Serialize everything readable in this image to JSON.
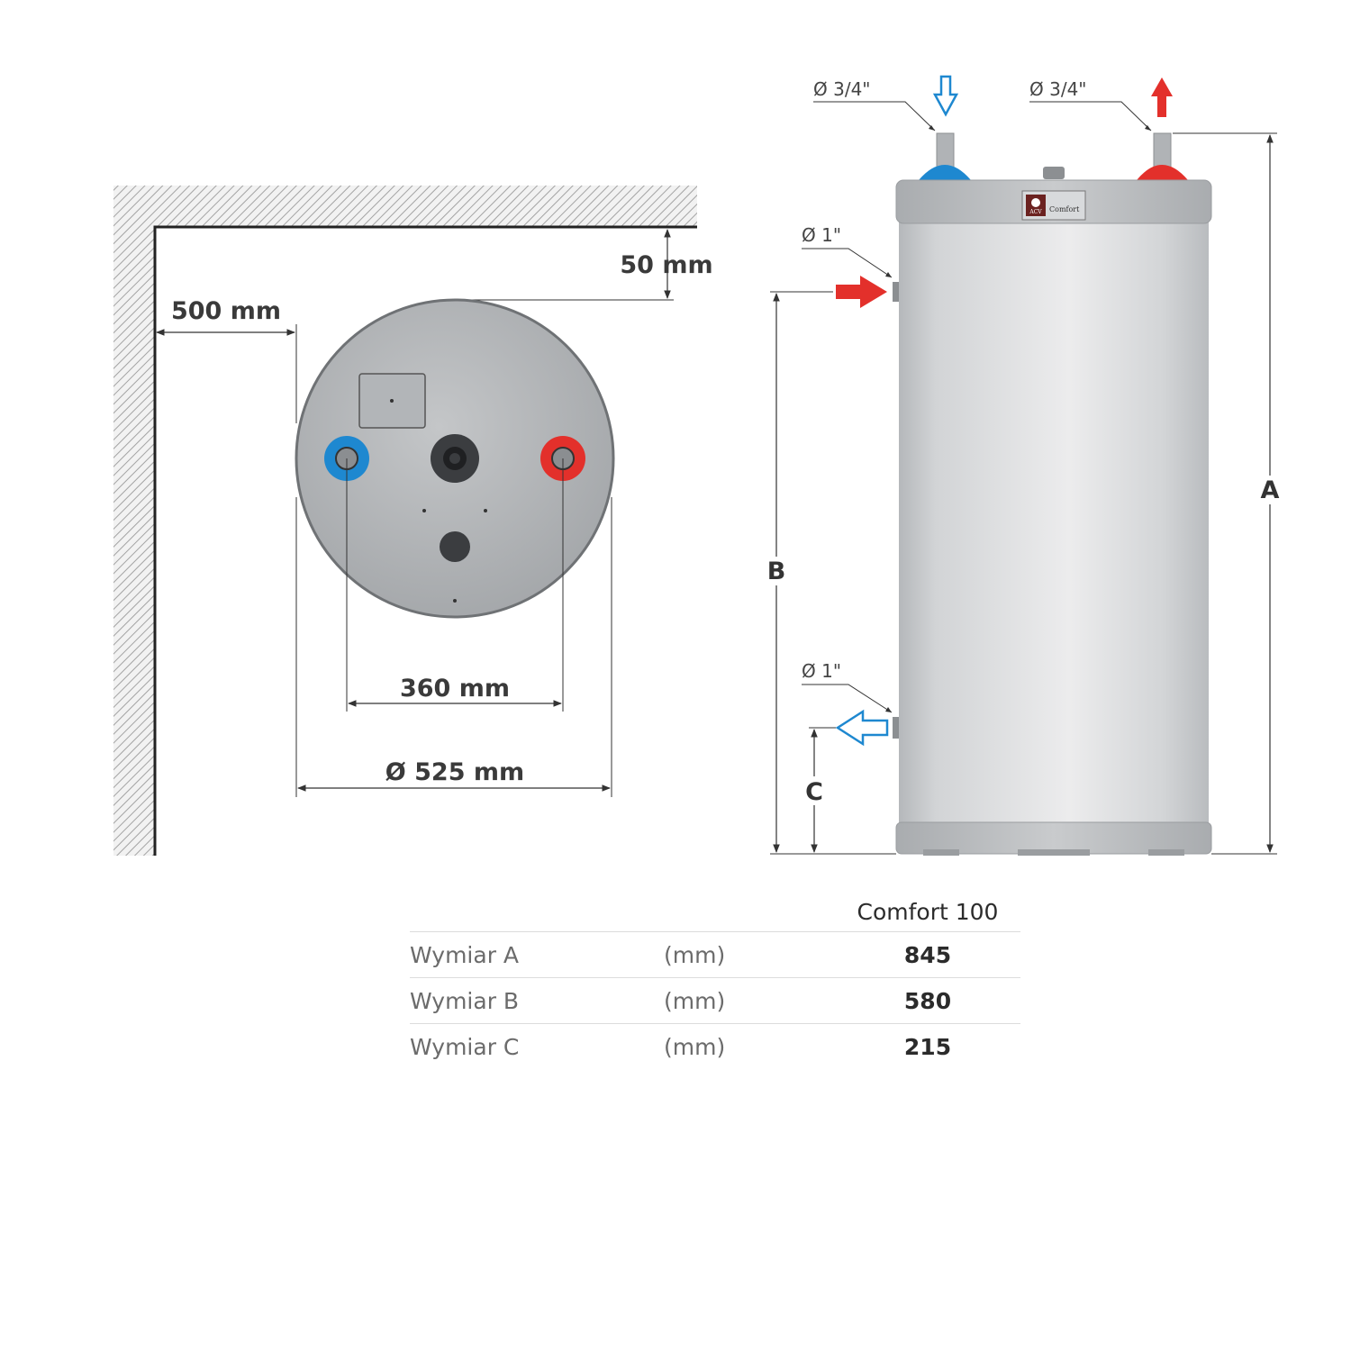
{
  "diagram": {
    "top_view": {
      "clearance_top": "50 mm",
      "clearance_side": "500 mm",
      "connection_spacing": "360 mm",
      "diameter": "Ø 525 mm"
    },
    "side_view": {
      "inlet_top_size": "Ø 3/4\"",
      "outlet_top_size": "Ø 3/4\"",
      "coil_upper_size": "Ø 1\"",
      "coil_lower_size": "Ø 1\"",
      "dim_a": "A",
      "dim_b": "B",
      "dim_c": "C",
      "brand_text": "Comfort",
      "brand_logo_text": "ACV"
    },
    "colors": {
      "hot": "#e3302b",
      "cold": "#1e88d0",
      "tank_body": "#dcdee0",
      "tank_band": "#b9bcbf",
      "wall_hatch": "#9a9a9a"
    }
  },
  "spec_table": {
    "header": {
      "model": "Comfort 100"
    },
    "rows": [
      {
        "name": "Wymiar A",
        "unit": "(mm)",
        "value": "845"
      },
      {
        "name": "Wymiar B",
        "unit": "(mm)",
        "value": "580"
      },
      {
        "name": "Wymiar C",
        "unit": "(mm)",
        "value": "215"
      }
    ]
  }
}
